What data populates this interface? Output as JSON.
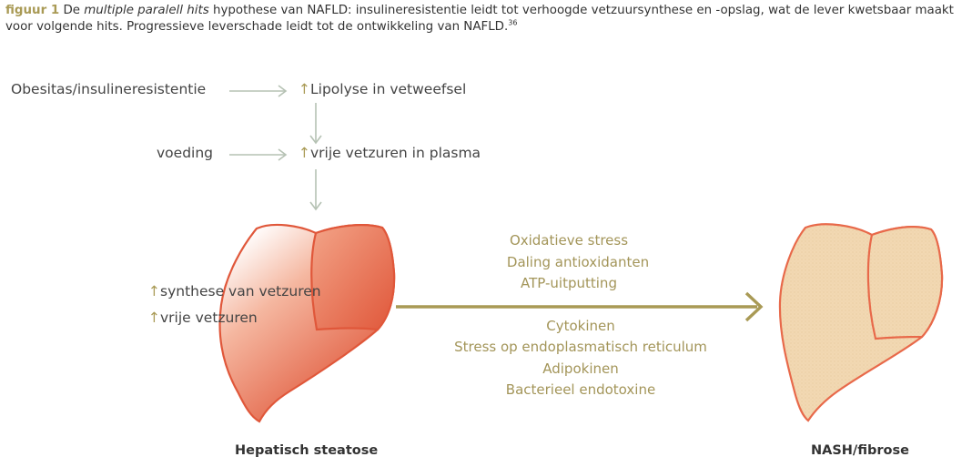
{
  "caption": {
    "label": "figuur 1",
    "text_before": "De ",
    "text_italic": "multiple paralell hits",
    "text_after": " hypothese van NAFLD: insulineresistentie leidt tot verhoogde vetzuursynthese en -opslag, wat de lever kwetsbaar maakt voor volgende hits. Progressieve leverschade leidt tot de ontwikkeling van NAFLD.",
    "ref": "36"
  },
  "inputs": {
    "obesity": "Obesitas/insulineresistentie",
    "diet": "voeding"
  },
  "steps": {
    "up_symbol": "↑",
    "lipolysis": "Lipolyse in vetweefsel",
    "ffa_plasma": "vrije vetzuren in plasma"
  },
  "liver_effects": {
    "synthesis": "synthese van vetzuren",
    "free_fa": "vrije vetzuren"
  },
  "mechanisms_top": [
    "Oxidatieve stress",
    "Daling antioxidanten",
    "ATP-uitputting"
  ],
  "mechanisms_bottom": [
    "Cytokinen",
    "Stress op endoplasmatisch reticulum",
    "Adipokinen",
    "Bacterieel endotoxine"
  ],
  "stages": {
    "left": "Hepatisch steatose",
    "right": "NASH/fibrose"
  },
  "colors": {
    "accent": "#a99a55",
    "arrow_gray": "#b6c2b4",
    "liver_outline": "#e0573a",
    "liver_fill_light": "#fbe6dc",
    "liver_fill_dark": "#e0573a",
    "fibrosis_fill": "#f2d8b2"
  }
}
